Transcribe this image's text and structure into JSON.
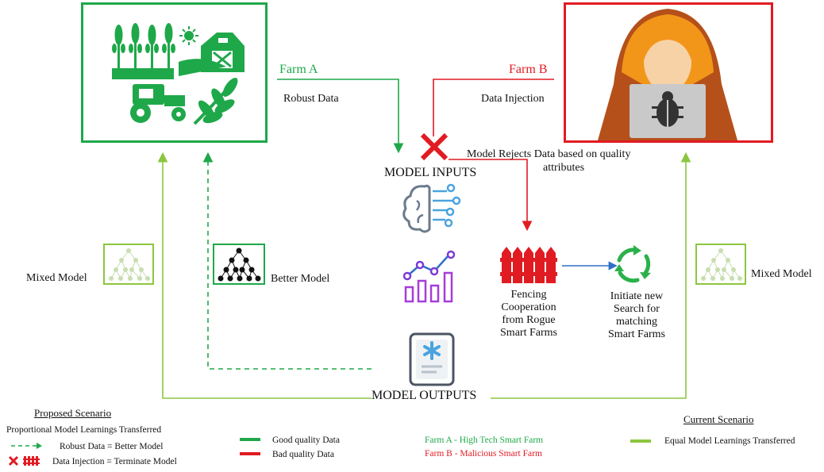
{
  "farm_a": {
    "label": "Farm A",
    "data_label": "Robust Data"
  },
  "farm_b": {
    "label": "Farm B",
    "data_label": "Data Injection"
  },
  "reject_text_1": "Model Rejects Data based on quality",
  "reject_text_2": "attributes",
  "model_inputs": "MODEL INPUTS",
  "model_outputs": "MODEL OUTPUTS",
  "mixed_model_left": "Mixed Model",
  "mixed_model_right": "Mixed Model",
  "better_model": "Better Model",
  "fencing_lines": [
    "Fencing",
    "Cooperation",
    "from Rogue",
    "Smart Farms"
  ],
  "search_lines": [
    "Initiate new",
    "Search for",
    "matching",
    "Smart Farms"
  ],
  "legend": {
    "proposed_title": "Proposed Scenario",
    "proposed_sub": "Proportional Model Learnings Transferred",
    "robust_item": "Robust Data = Better Model",
    "injection_item": "Data Injection =  Terminate Model",
    "good_quality": "Good quality Data",
    "bad_quality": "Bad quality Data",
    "farm_a_desc": "Farm A - High Tech Smart Farm",
    "farm_b_desc": "Farm B - Malicious Smart Farm",
    "current_title": "Current Scenario",
    "current_item": "Equal Model Learnings Transferred"
  },
  "colors": {
    "green": "#1fa84a",
    "light_green": "#8cc63f",
    "red": "#e11b22",
    "blue": "#2f6fc9",
    "orange": "#f2961a",
    "brown": "#b5501a"
  }
}
